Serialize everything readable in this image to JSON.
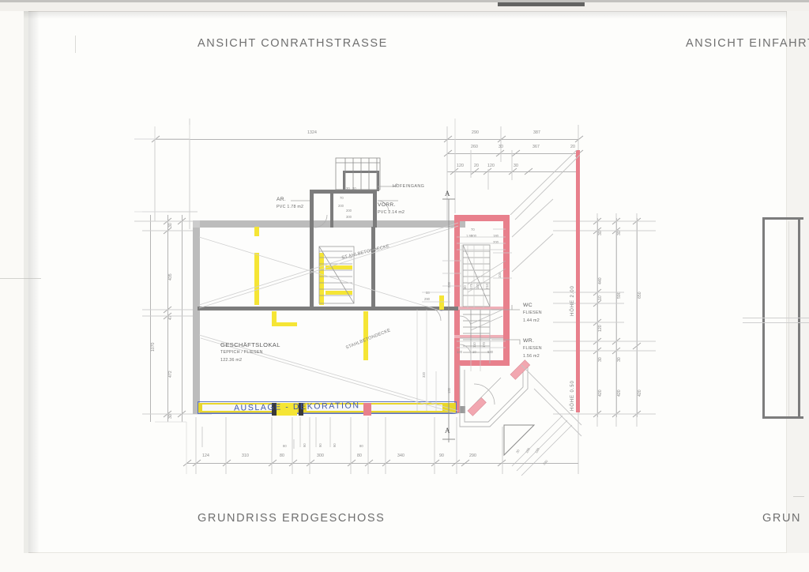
{
  "sheet": {
    "type": "architectural-floor-plan-scan",
    "paper_color": "#fdfdfb",
    "ink_color": "#7c7c7c",
    "accent_red": "#e8808c",
    "accent_yellow": "#f5e535",
    "handwriting_blue": "#3f56a8"
  },
  "titles": {
    "top_left": "ANSICHT CONRATHSTRASSE",
    "top_right": "ANSICHT EINFAHRT",
    "bottom_left": "GRUNDRISS ERDGESCHOSS",
    "bottom_right": "GRUN"
  },
  "rooms": [
    {
      "id": "geschaeftslokal",
      "name": "GESCHÄFTSLOKAL",
      "finish": "TEPPICH / FLIESEN",
      "area": "122.36 m2"
    },
    {
      "id": "ar",
      "name": "AR.",
      "finish": "PVC  1.78 m2",
      "area": "1.78 m2"
    },
    {
      "id": "vorr",
      "name": "VORR.",
      "finish": "PVC  2.14 m2",
      "area": "2.14 m2"
    },
    {
      "id": "wc",
      "name": "WC",
      "finish": "FLIESEN",
      "area": "1.44 m2"
    },
    {
      "id": "wr",
      "name": "WR.",
      "finish": "FLIESEN",
      "area": "1.56 m2"
    }
  ],
  "annotations": {
    "hofeingang": "HOFEINGANG",
    "ceiling_upper": "ST.AHLBETONDECKE",
    "ceiling_lower": "STAHLBETONDECKE",
    "handwritten_note": "AUSLAGE  -  DEKORATION",
    "section_mark_top": "A",
    "section_mark_bottom": "A",
    "hoehe_200": "HÖHE 2.00",
    "hoehe_050": "HÖHE 0.50"
  },
  "dimensions": {
    "top_row_1": [
      "1324",
      "290",
      "387"
    ],
    "top_row_2": [
      "260",
      "30",
      "367",
      "20"
    ],
    "top_row_3": [
      "120",
      "20",
      "120",
      "30"
    ],
    "bottom_row_main": [
      "124",
      "310",
      "80",
      "300",
      "80",
      "340",
      "90",
      "290"
    ],
    "bottom_row_small": [
      "80",
      "80"
    ],
    "bottom_angled": [
      "30",
      "100",
      "120",
      "240"
    ],
    "left_col_total": "1070",
    "left_col": [
      "30",
      "435",
      "47",
      "472",
      "30"
    ],
    "right_col_a": [
      "30",
      "440",
      "10",
      "120",
      "30",
      "420"
    ],
    "right_col_b": [
      "30",
      "590",
      "30",
      "420"
    ],
    "right_col_c": [
      "650",
      "420"
    ],
    "inner_stair": [
      "30",
      "200",
      "300",
      "200",
      "88",
      "290",
      "320",
      "150"
    ],
    "inner_wc": [
      "120",
      "10",
      "630"
    ],
    "inner_top_small": [
      "70",
      "200",
      "100",
      "200"
    ],
    "inner_right_small": [
      "1.99",
      "180",
      "200",
      "104"
    ]
  },
  "icons": {
    "section_arrow": "section-arrow-icon",
    "stair_run": "stair-icon",
    "door_swing": "door-swing-icon",
    "window_symbol": "window-icon"
  }
}
